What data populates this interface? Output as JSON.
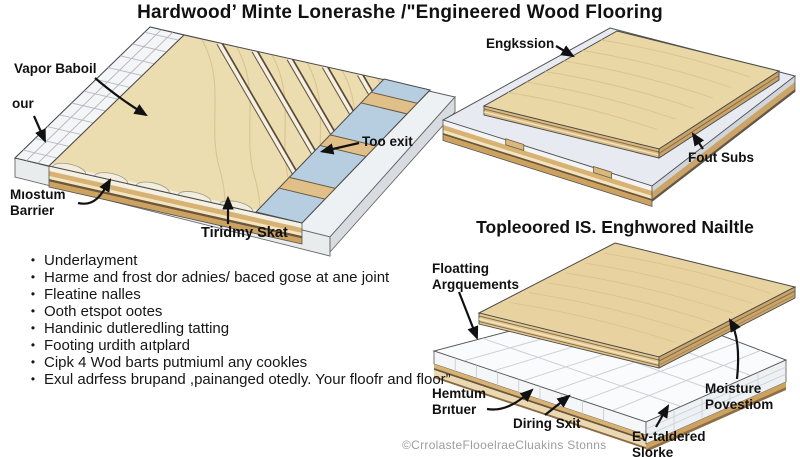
{
  "title": "Hardwood’ Minte Lonerashe /\"Engineered Wood Flooring",
  "left_diagram": {
    "labels": {
      "vapor_barrier": "Vapor Baboil",
      "our": "our",
      "moisture_barrier": "Mıostum\nBarrier",
      "too_exit": "Too exit",
      "tiridmy_skat": "Tiridmy Skat"
    }
  },
  "top_right_diagram": {
    "labels": {
      "expansion": "Engkssion",
      "subfloor": "Fout Subs"
    }
  },
  "bottom_right_diagram": {
    "heading": "Topleoored IS. Enghwored Nailtle",
    "labels": {
      "floating": "Floatting\nArgquements",
      "hemtum_barrier": "Hemtum\nBrıtuer",
      "diring_sxit": "Diring Sxit",
      "moisture_protection": "Moisture\nPovestiom",
      "ev_taldered_slorke": "Ev-taldered\nSlorke"
    }
  },
  "bullet_list": {
    "marker": "•",
    "items": [
      "Underlayment",
      "Harme and frost dor adnies/ baced gose at ane joint",
      "Fleatine nalles",
      "Ooth etspot ootes",
      "Handinic dutleredling tatting",
      "Footing urdith aıtplard",
      "Cipk 4 Wod barts  putmiuml any cookles",
      "Exul adrfess brupand ,painanged otedly.  Your floofr and floor”"
    ]
  },
  "watermark": "©CrrolasteFlooelraeCluakins Stonns",
  "colors": {
    "wood_plank": "#ecddb0",
    "wood_grain": "#d9c18d",
    "plank_gap_dark": "#5a4a38",
    "insulation_blue": "#b7cee0",
    "joist_tan": "#e0c088",
    "subfloor_gray": "#e7ebf1",
    "underlay_white": "#fafbfc",
    "edge_tan": "#cda25f",
    "edge_brown": "#6e5738",
    "label_text": "#111111",
    "watermark_gray": "#9d9d9d"
  }
}
